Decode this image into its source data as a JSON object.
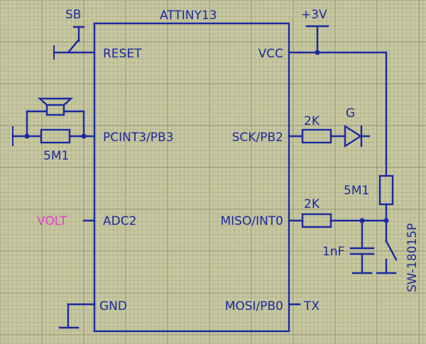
{
  "colors": {
    "background": "#c8c8a0",
    "grid_minor": "#a9a98a",
    "grid_major": "#8f8f74",
    "wire": "#1a2aa0",
    "probe_label": "#e040c8"
  },
  "chip": {
    "name": "ATTINY13",
    "left_pins": [
      "RESET",
      "PCINT3/PB3",
      "ADC2",
      "GND"
    ],
    "right_pins": [
      "VCC",
      "SCK/PB2",
      "MISO/INT0",
      "MOSI/PB0"
    ]
  },
  "components": {
    "reset_switch": "SB",
    "supply": "+3V",
    "led": "G",
    "resistor_top": "2K",
    "resistor_mid": "2K",
    "pullup_resistor": "5M1",
    "speaker_resistor": "5M1",
    "capacitor": "1nF",
    "tilt_switch": "SW-18015P"
  },
  "nets": {
    "adc_probe": "VOLT",
    "tx": "TX"
  }
}
